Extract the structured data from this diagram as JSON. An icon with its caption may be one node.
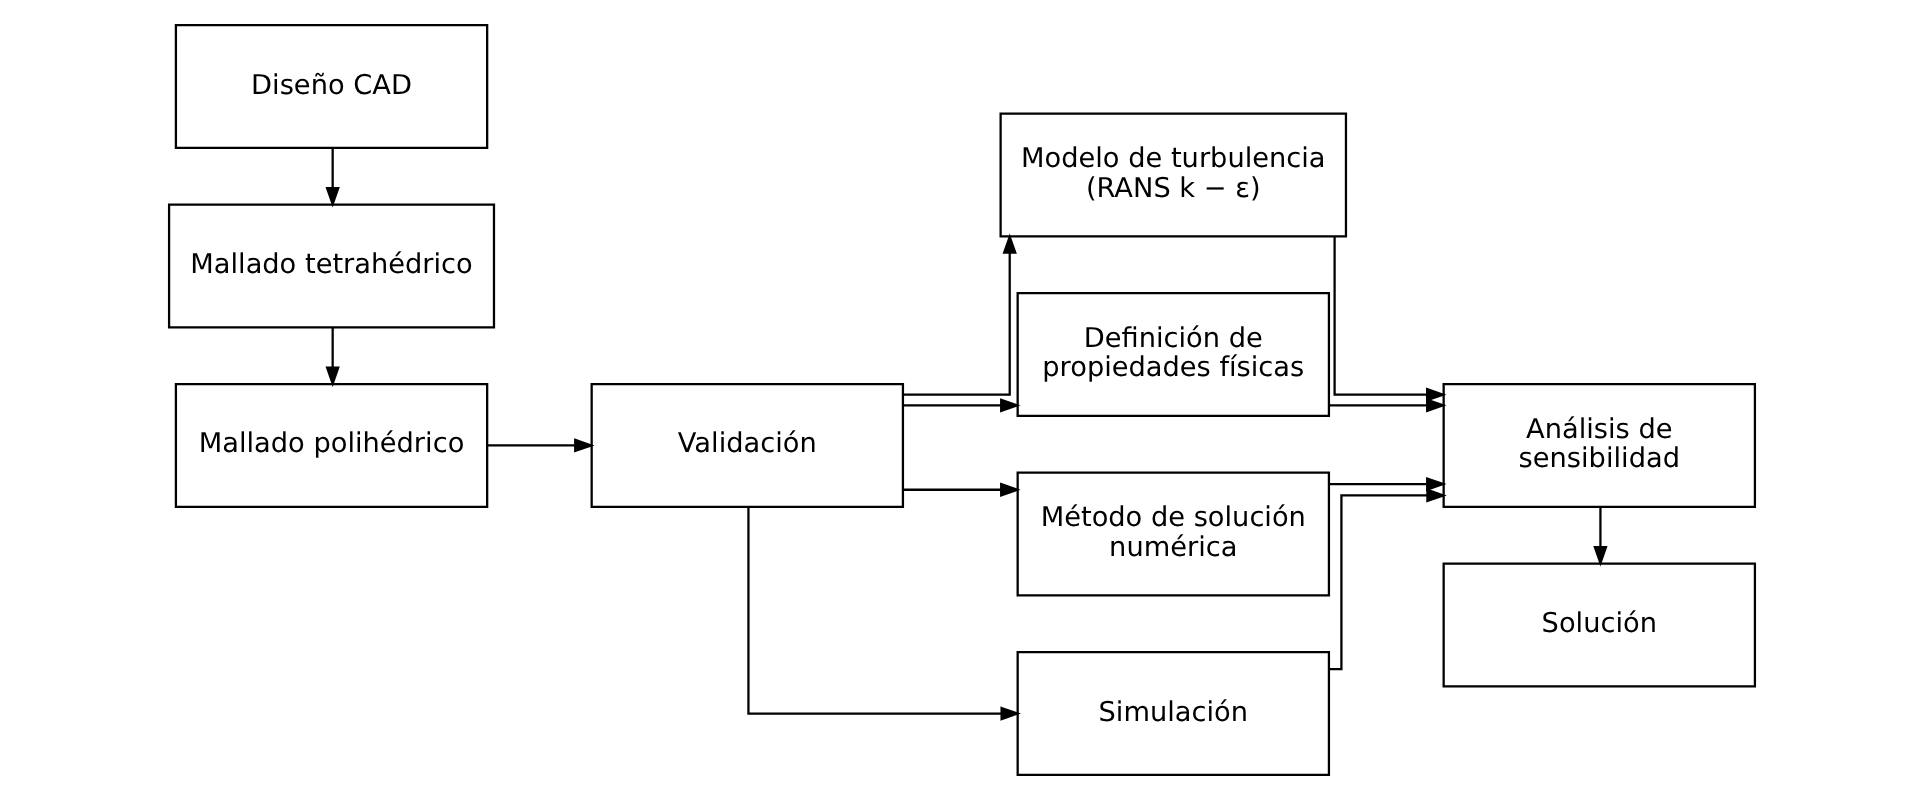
{
  "diagram": {
    "nodes": [
      {
        "text": [
          "Diseño CAD"
        ]
      },
      {
        "text": [
          "Mallado tetrahédrico"
        ]
      },
      {
        "text": [
          "Mallado polihédrico"
        ]
      },
      {
        "text": [
          "Validación"
        ]
      },
      {
        "text": [
          "Modelo de turbulencia (RANS k − ε)"
        ]
      },
      {
        "text": [
          "Definición de propiedades físicas"
        ]
      },
      {
        "text": [
          "Método de solución numérica"
        ]
      },
      {
        "text": [
          "Simulación"
        ]
      },
      {
        "text": [
          "Análisis de sensibilidad"
        ]
      },
      {
        "text": [
          "Solución"
        ]
      }
    ],
    "edges": [
      {
        "from": 0,
        "to": 1,
        "arrow": "to"
      },
      {
        "from": 1,
        "to": 2,
        "arrow": "to"
      },
      {
        "from": 2,
        "to": 3,
        "arrow": "to"
      },
      {
        "from": 3,
        "to": 4,
        "arrow": "to"
      },
      {
        "from": 3,
        "to": 5,
        "arrow": "to"
      },
      {
        "from": 3,
        "to": 6,
        "arrow": "to"
      },
      {
        "from": 3,
        "to": 7,
        "arrow": "to"
      },
      {
        "from": 4,
        "to": 8,
        "arrow": "to"
      },
      {
        "from": 5,
        "to": 8,
        "arrow": "to"
      },
      {
        "from": 6,
        "to": 8,
        "arrow": "to"
      },
      {
        "from": 7,
        "to": 8,
        "arrow": "to"
      },
      {
        "from": 8,
        "to": 9,
        "arrow": "to"
      }
    ]
  }
}
